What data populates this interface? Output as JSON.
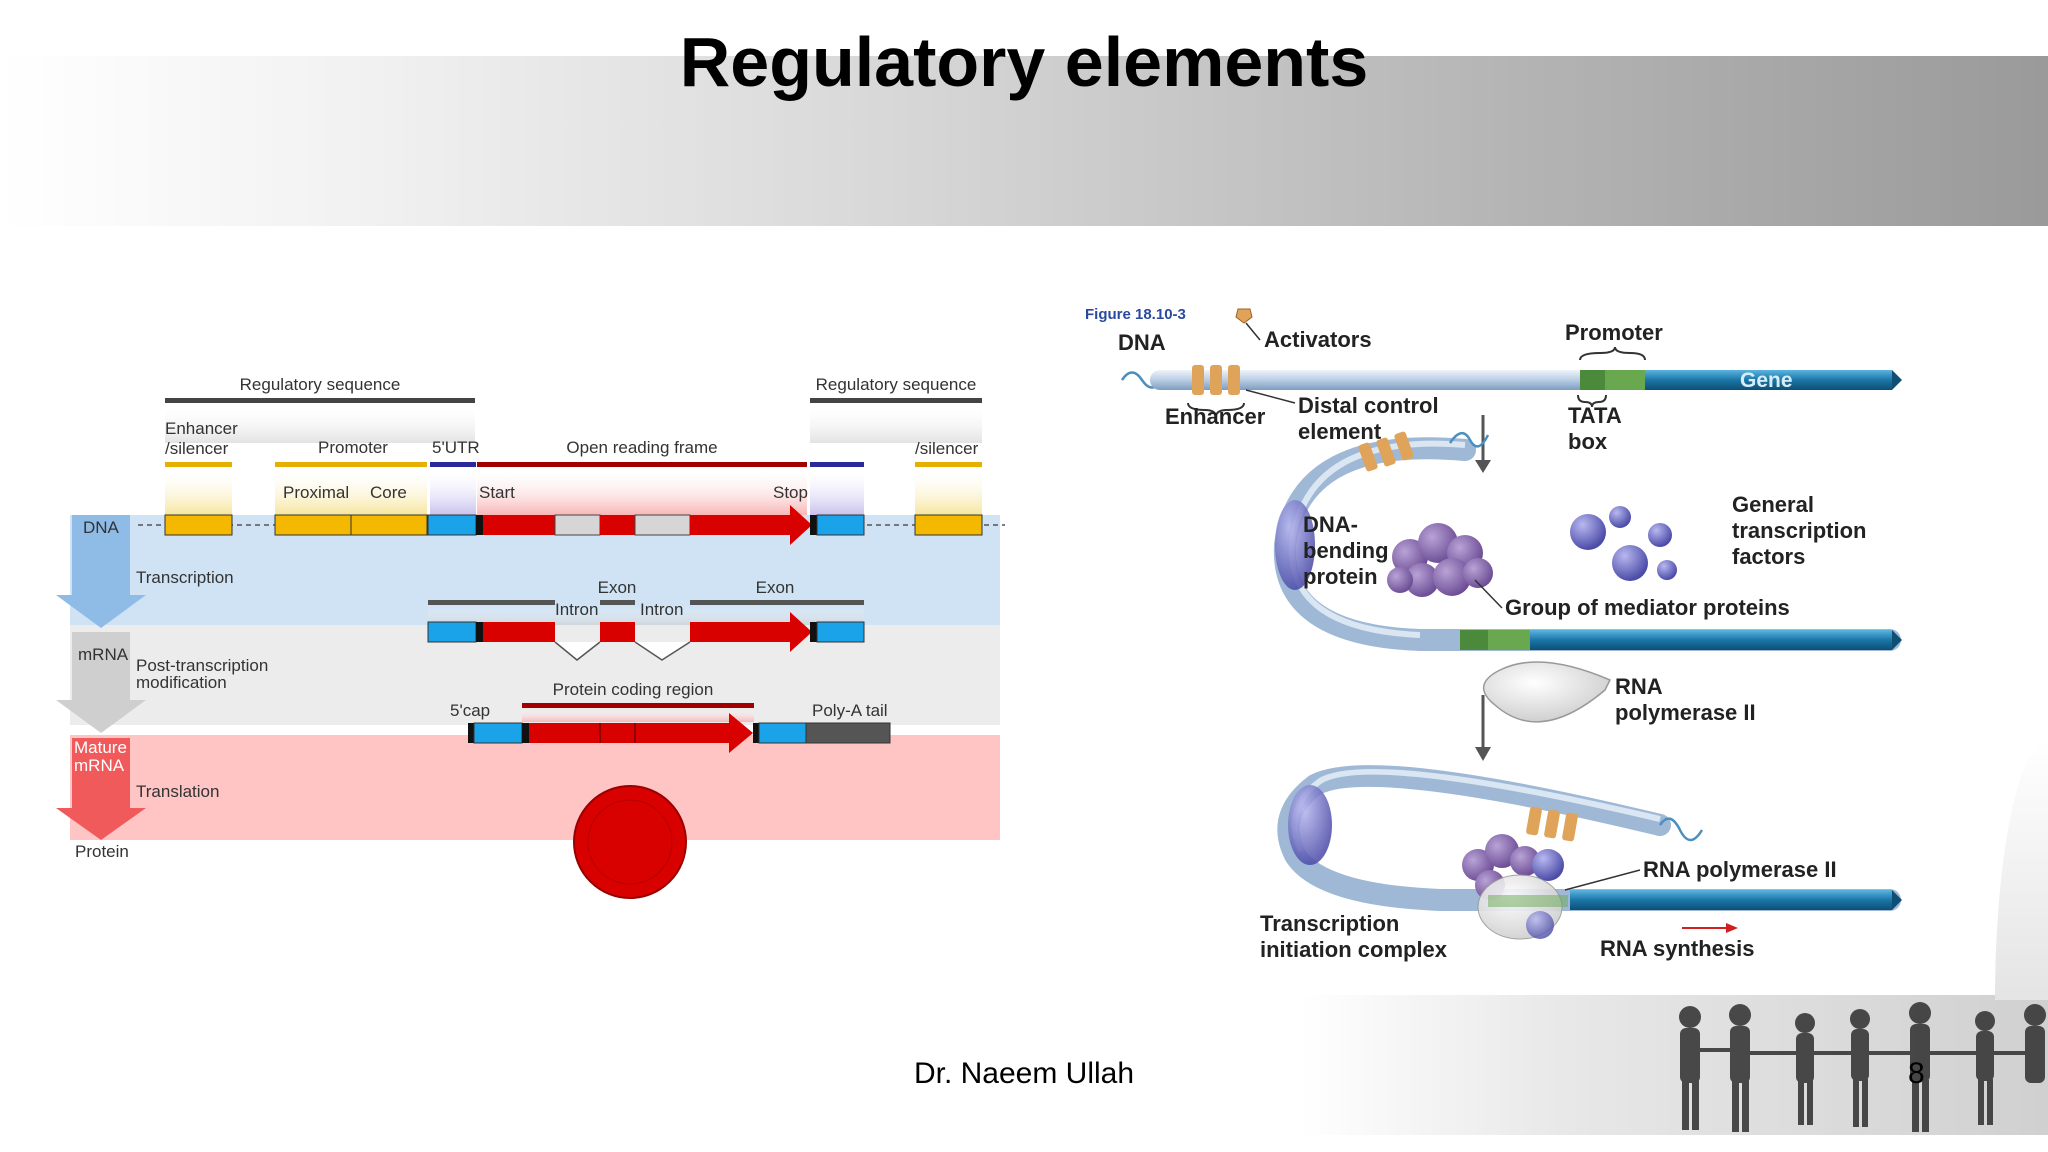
{
  "slide": {
    "title": "Regulatory elements",
    "footer": "Dr. Naeem Ullah",
    "page_number": "8"
  },
  "left_diagram": {
    "regulatory_sequence_left": "Regulatory sequence",
    "regulatory_sequence_right": "Regulatory sequence",
    "enhancer_line1": "Enhancer",
    "enhancer_line2": "/silencer",
    "silencer_right": "/silencer",
    "promoter": "Promoter",
    "proximal": "Proximal",
    "core": "Core",
    "utr": "5'UTR",
    "orf": "Open reading frame",
    "start": "Start",
    "stop": "Stop",
    "dna": "DNA",
    "transcription": "Transcription",
    "exon1": "Exon",
    "exon2": "Exon",
    "intron1": "Intron",
    "intron2": "Intron",
    "mrna": "mRNA",
    "post_line1": "Post-transcription",
    "post_line2": "modification",
    "protein_coding": "Protein coding region",
    "cap": "5'cap",
    "polya": "Poly-A tail",
    "mature_line1": "Mature",
    "mature_line2": "mRNA",
    "translation": "Translation",
    "protein": "Protein"
  },
  "right_diagram": {
    "figure": "Figure 18.10-3",
    "dna": "DNA",
    "activators": "Activators",
    "promoter": "Promoter",
    "gene": "Gene",
    "enhancer": "Enhancer",
    "distal_line1": "Distal control",
    "distal_line2": "element",
    "tata_line1": "TATA",
    "tata_line2": "box",
    "general_line1": "General",
    "general_line2": "transcription",
    "general_line3": "factors",
    "bending_line1": "DNA-",
    "bending_line2": "bending",
    "bending_line3": "protein",
    "mediator": "Group of mediator proteins",
    "rnapol_line1": "RNA",
    "rnapol_line2": "polymerase II",
    "rnapol2": "RNA polymerase II",
    "initiation_line1": "Transcription",
    "initiation_line2": "initiation complex",
    "synthesis": "RNA synthesis"
  },
  "colors": {
    "exon_red": "#d90000",
    "utr_blue": "#1aa3e8",
    "regulatory_yellow": "#f5b800",
    "dna_blue_band": "#cfe3f5",
    "mrna_gray_band": "#ececec",
    "protein_pink_band": "#ffc4c4",
    "dna_teal": "#1b76a8",
    "promoter_green": "#6aa84f"
  }
}
